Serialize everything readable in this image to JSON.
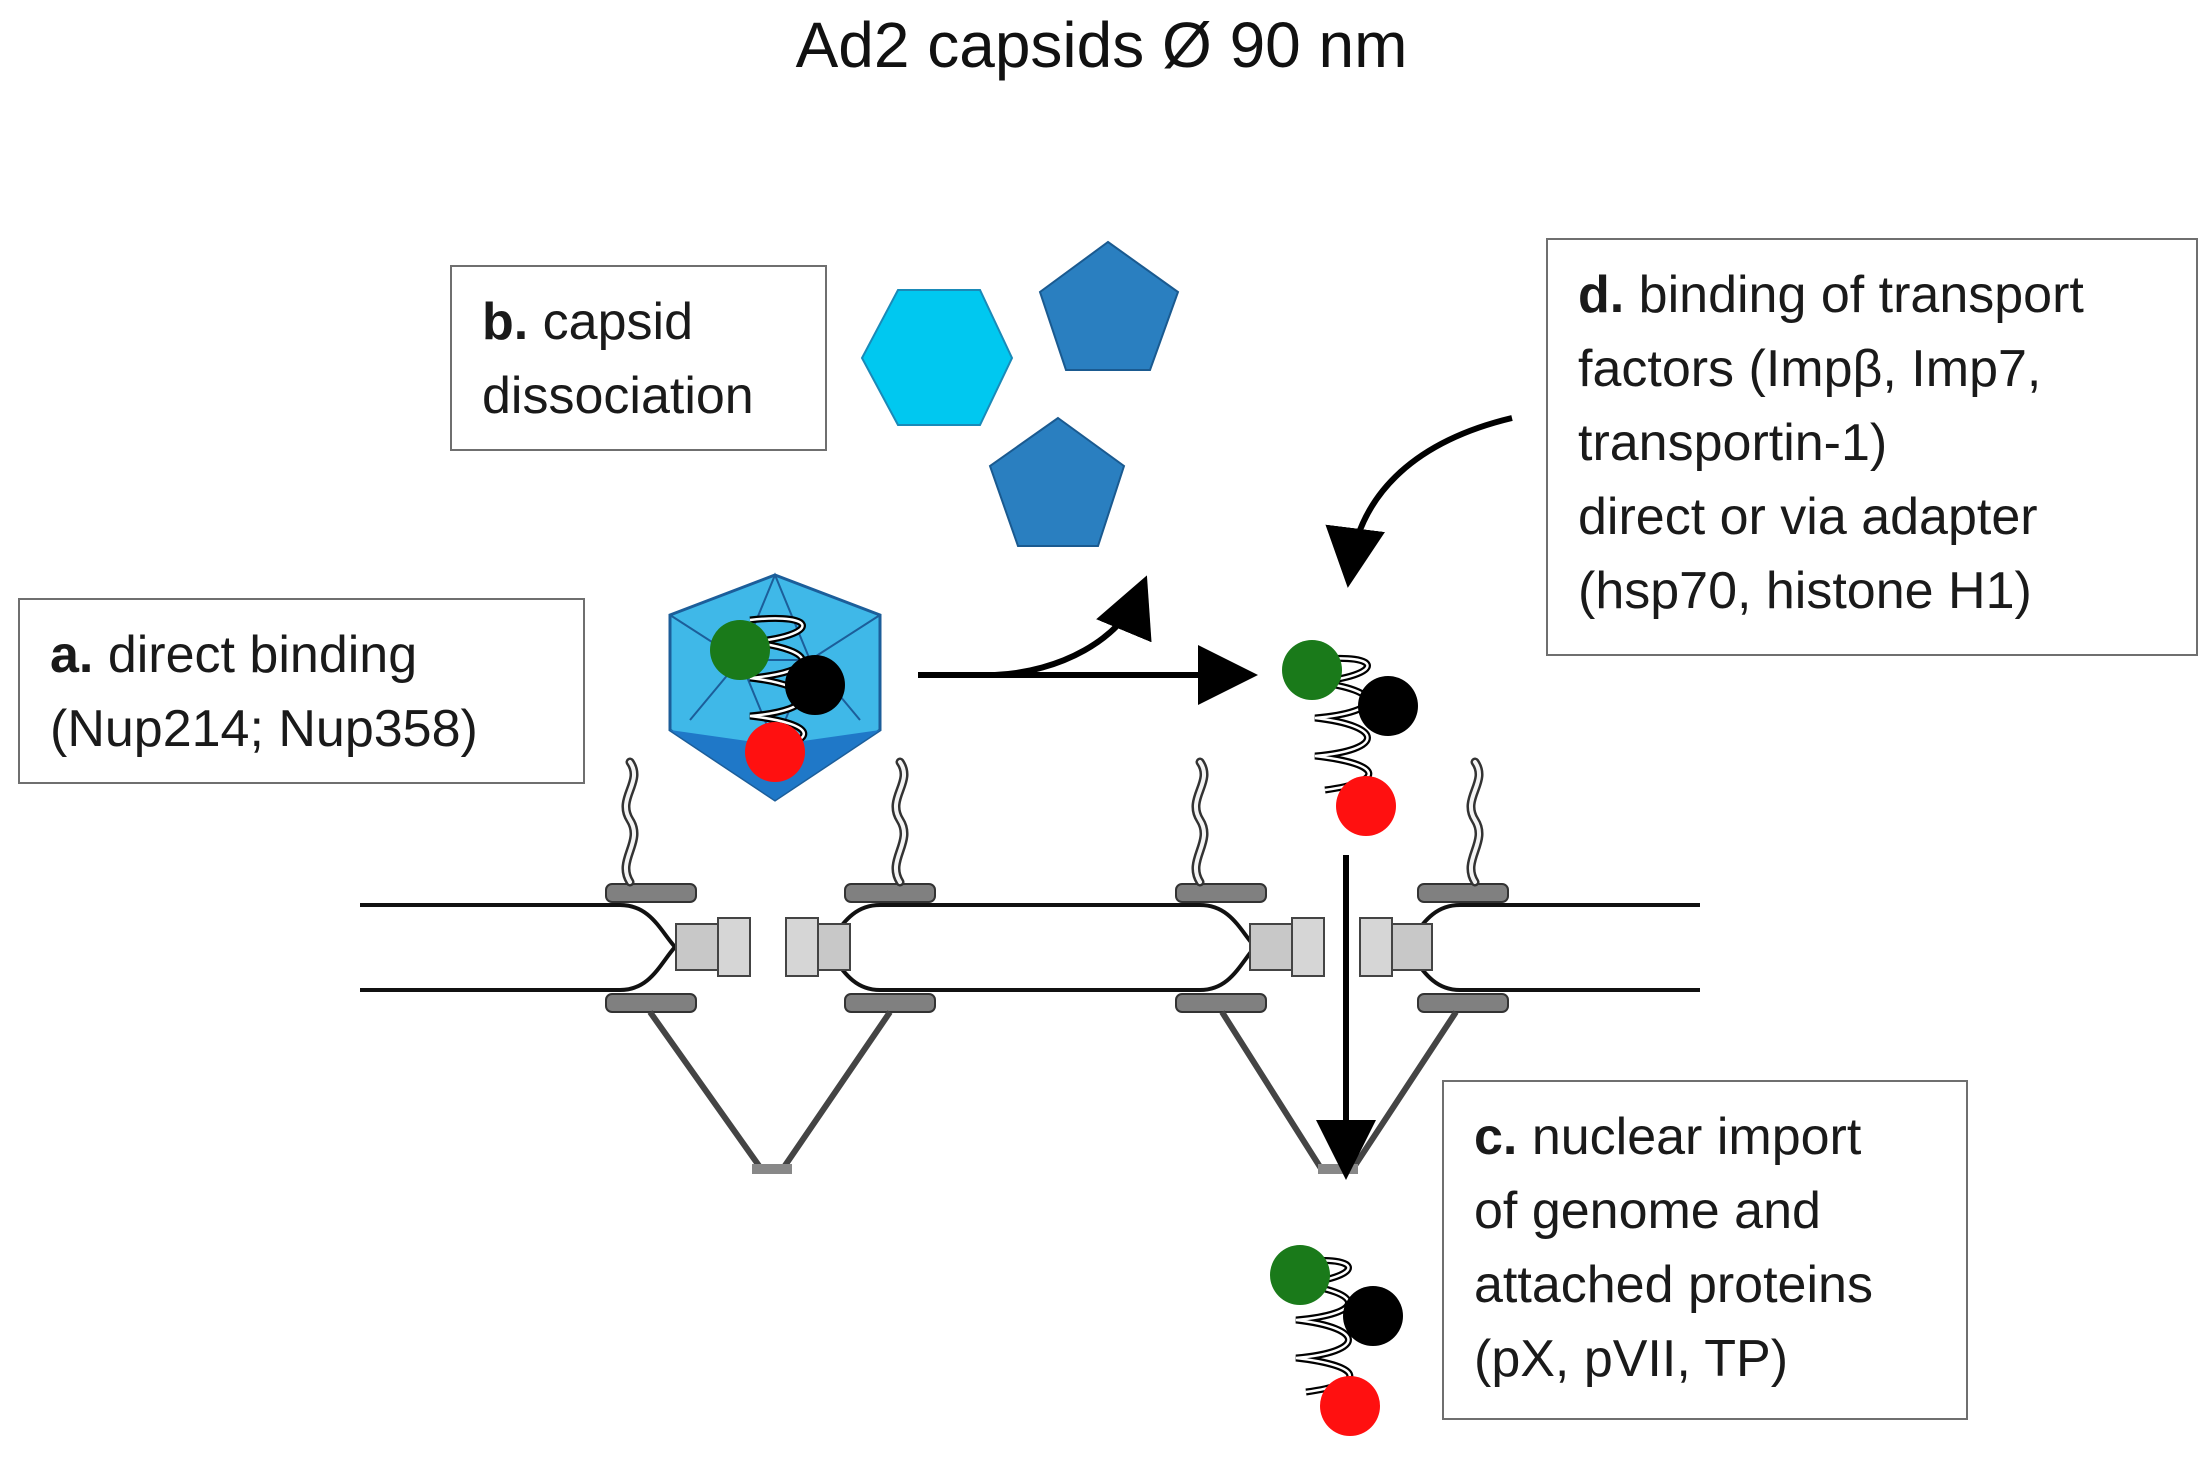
{
  "title": "Ad2 capsids Ø 90 nm",
  "boxes": {
    "a": {
      "letter": "a.",
      "lines": [
        "direct binding",
        "(Nup214; Nup358)"
      ]
    },
    "b": {
      "letter": "b.",
      "lines": [
        "capsid",
        "dissociation"
      ]
    },
    "c": {
      "letter": "c.",
      "lines": [
        "nuclear import",
        "of genome and",
        "attached proteins",
        "(pX, pVII, TP)"
      ]
    },
    "d": {
      "letter": "d.",
      "lines": [
        "binding of transport",
        "factors (Impβ, Imp7,",
        "transportin-1)",
        "direct or via adapter",
        "(hsp70, histone H1)"
      ]
    }
  },
  "colors": {
    "hexagon": "#00c8f0",
    "pentagon": "#2a7fc0",
    "capsid_light": "#3fb8e8",
    "capsid_dark": "#1f78c8",
    "protein_green": "#1a7a1a",
    "protein_black": "#000000",
    "protein_red": "#ff1010",
    "pore_gray": "#c8c8c8"
  }
}
